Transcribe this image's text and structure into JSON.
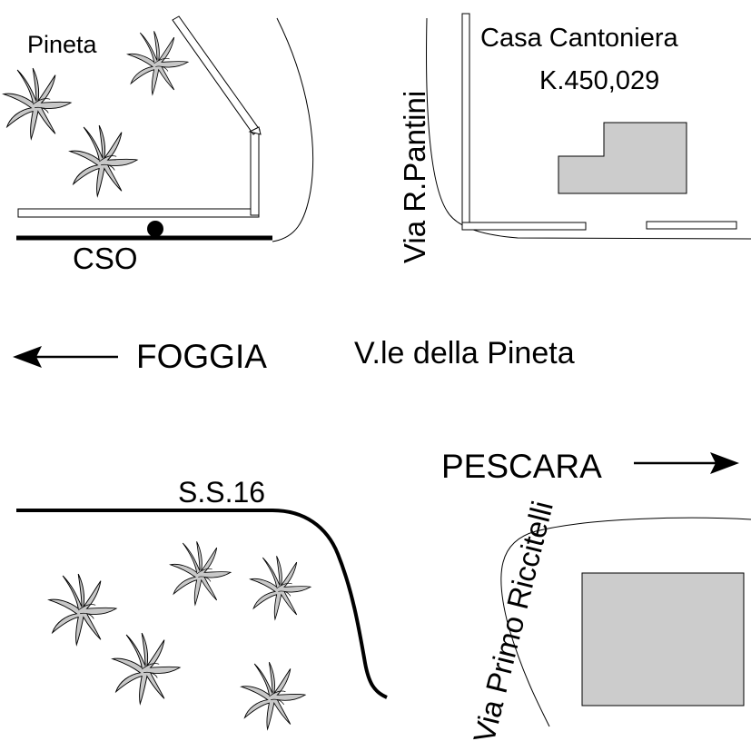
{
  "labels": {
    "pineta": "Pineta",
    "cso": "CSO",
    "casa_cantoniera": "Casa Cantoniera",
    "km_marker": "K.450,029",
    "via_pantini": "Via R.Pantini",
    "foggia": "FOGGIA",
    "viale_pineta": "V.le della Pineta",
    "pescara": "PESCARA",
    "ss16": "S.S.16",
    "via_riccitelli": "Via Primo Riccitelli"
  },
  "colors": {
    "line": "#000000",
    "building_fill": "#cccccc",
    "tree_fill": "#c8c8c8"
  },
  "icons": {
    "tree": "tree-icon",
    "arrow_left": "arrow-left-icon",
    "arrow_right": "arrow-right-icon",
    "marker": "cso-point-icon"
  }
}
